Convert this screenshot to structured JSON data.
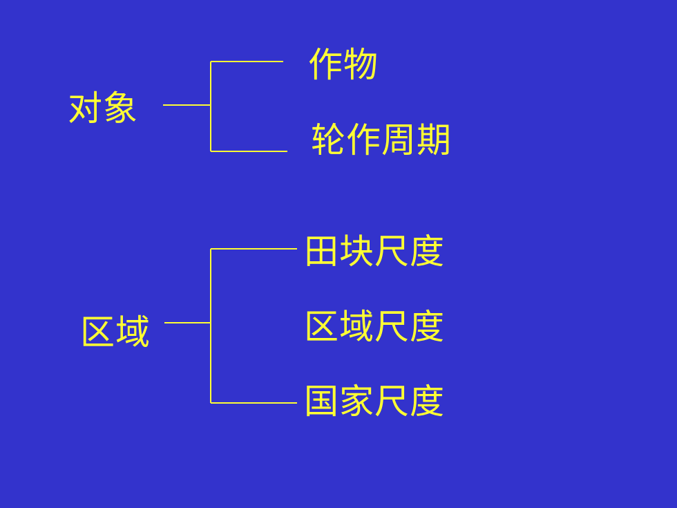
{
  "slide": {
    "background_color": "#3333cc",
    "text_color": "#ffff33"
  },
  "group1": {
    "root": "对象",
    "items": [
      "作物",
      "轮作周期"
    ]
  },
  "group2": {
    "root": "区域",
    "items": [
      "田块尺度",
      "区域尺度",
      "国家尺度"
    ]
  }
}
